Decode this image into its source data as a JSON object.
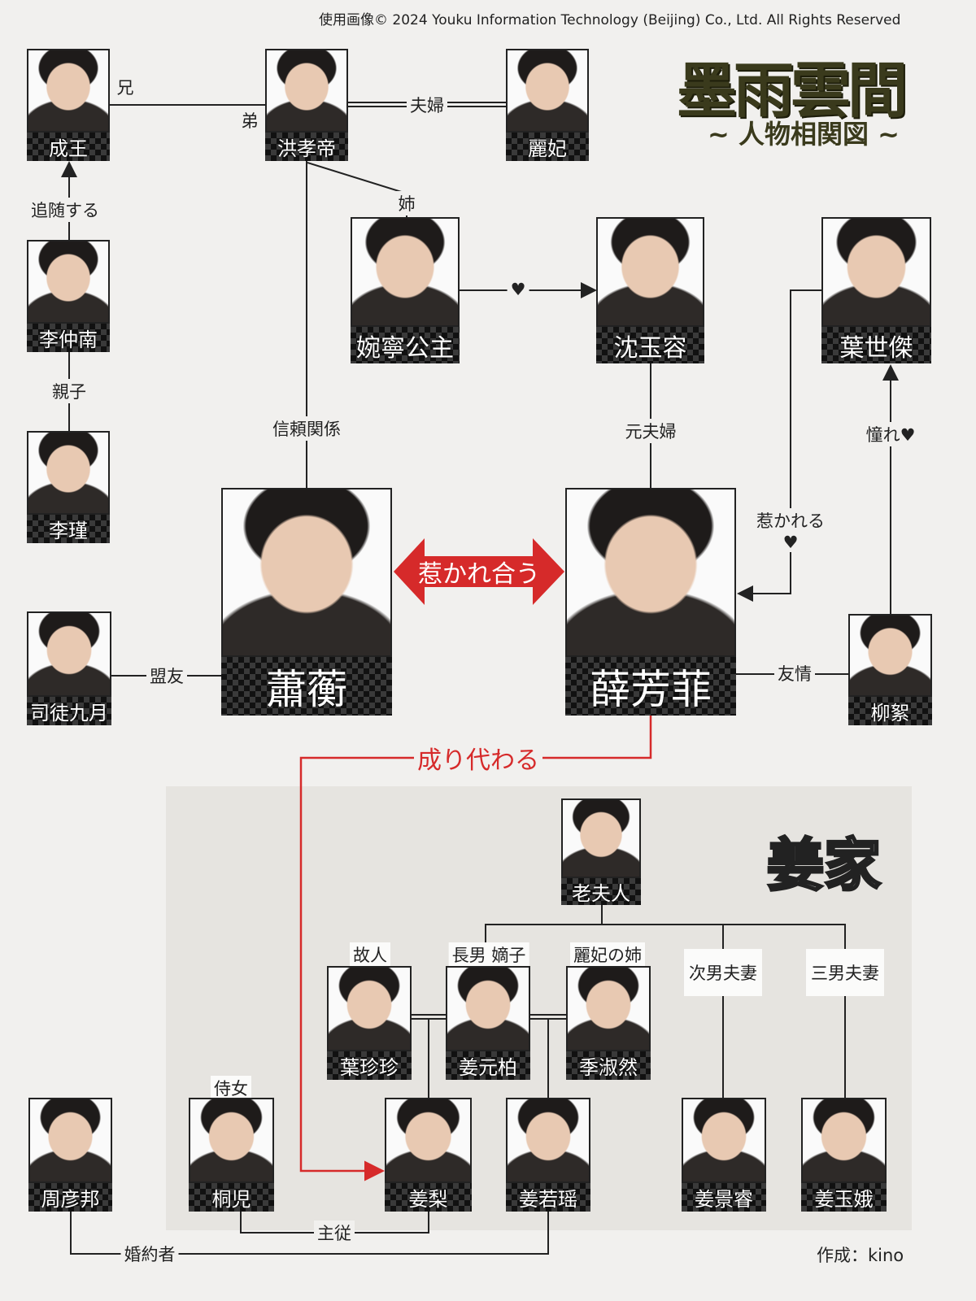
{
  "copyright": "使用画像© 2024 Youku Information Technology (Beijing) Co., Ltd. All Rights Reserved",
  "title": "墨雨雲間",
  "subtitle": "~ 人物相関図 ~",
  "family_title": "姜家",
  "credit": "作成：kino",
  "characters": {
    "seiou": "成王",
    "kouko": "洪孝帝",
    "reihi": "麗妃",
    "richunan": "李仲南",
    "enei": "婉寧公主",
    "shingyoku": "沈玉容",
    "yoseiketsu": "葉世傑",
    "rikin": "李瑾",
    "shoukou": "蕭蘅",
    "setsuhohi": "薛芳菲",
    "shito": "司徒九月",
    "ryujo": "柳絮",
    "roufujin": "老夫人",
    "yochin": "葉珍珍",
    "kyogen": "姜元柏",
    "kishuku": "季淑然",
    "shugen": "周彦邦",
    "toji": "桐児",
    "kyori": "姜梨",
    "kyojaku": "姜若瑶",
    "kyokei": "姜景睿",
    "kyogyoku": "姜玉娥"
  },
  "relations": {
    "ani": "兄",
    "otouto": "弟",
    "fuufu": "夫婦",
    "ane": "姉",
    "tsuizui": "追随する",
    "oyako": "親子",
    "heart": "♥",
    "shinrai": "信頼関係",
    "motofuufu": "元夫婦",
    "hikareru": "惹かれる",
    "akogare": "憧れ♥",
    "yuujou": "友情",
    "meiyu": "盟友",
    "hikareau": "惹かれ合う",
    "narikawaru": "成り代わる",
    "kojin": "故人",
    "chounan": "長男 嫡子",
    "reihi_ane": "麗妃の姉",
    "jinan": "次男夫妻",
    "sannan": "三男夫妻",
    "jijo": "侍女",
    "shujuu": "主従",
    "konyaku": "婚約者"
  },
  "colors": {
    "accent_red": "#d62a2a",
    "line": "#222222",
    "family_bg": "#e6e4e0"
  }
}
